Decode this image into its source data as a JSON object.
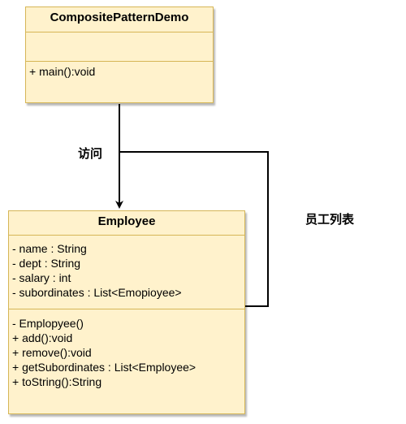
{
  "diagram": {
    "classes": [
      {
        "name": "CompositePatternDemo",
        "attributes": [],
        "operations": [
          "+ main():void"
        ]
      },
      {
        "name": "Employee",
        "attributes": [
          "- name : String",
          "- dept : String",
          "- salary : int",
          "- subordinates : List<Emopioyee>"
        ],
        "operations": [
          "- Emplopyee()",
          "+ add():void",
          "+ remove():void",
          "+ getSubordinates : List<Employee>",
          "+ toString():String"
        ]
      }
    ],
    "edges": [
      {
        "from": "CompositePatternDemo",
        "to": "Employee",
        "label": "访问",
        "arrow": "filled"
      },
      {
        "from": "Employee",
        "to": "Employee",
        "label": "员工列表",
        "arrow": "none"
      }
    ],
    "colors": {
      "class_fill": "#fff2cc",
      "class_border": "#d6b656",
      "line": "#000000"
    }
  }
}
